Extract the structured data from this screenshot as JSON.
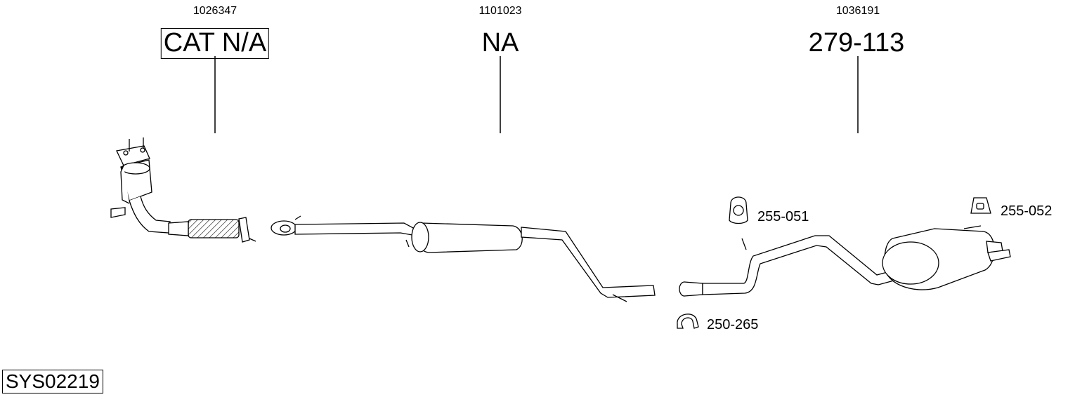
{
  "parts": [
    {
      "ref": "1026347",
      "code": "CAT N/A"
    },
    {
      "ref": "1101023",
      "code": "NA"
    },
    {
      "ref": "1036191",
      "code": "279-113"
    }
  ],
  "fittings": [
    {
      "code": "255-051"
    },
    {
      "code": "255-052"
    },
    {
      "code": "250-265"
    }
  ],
  "system_code": "SYS02219"
}
